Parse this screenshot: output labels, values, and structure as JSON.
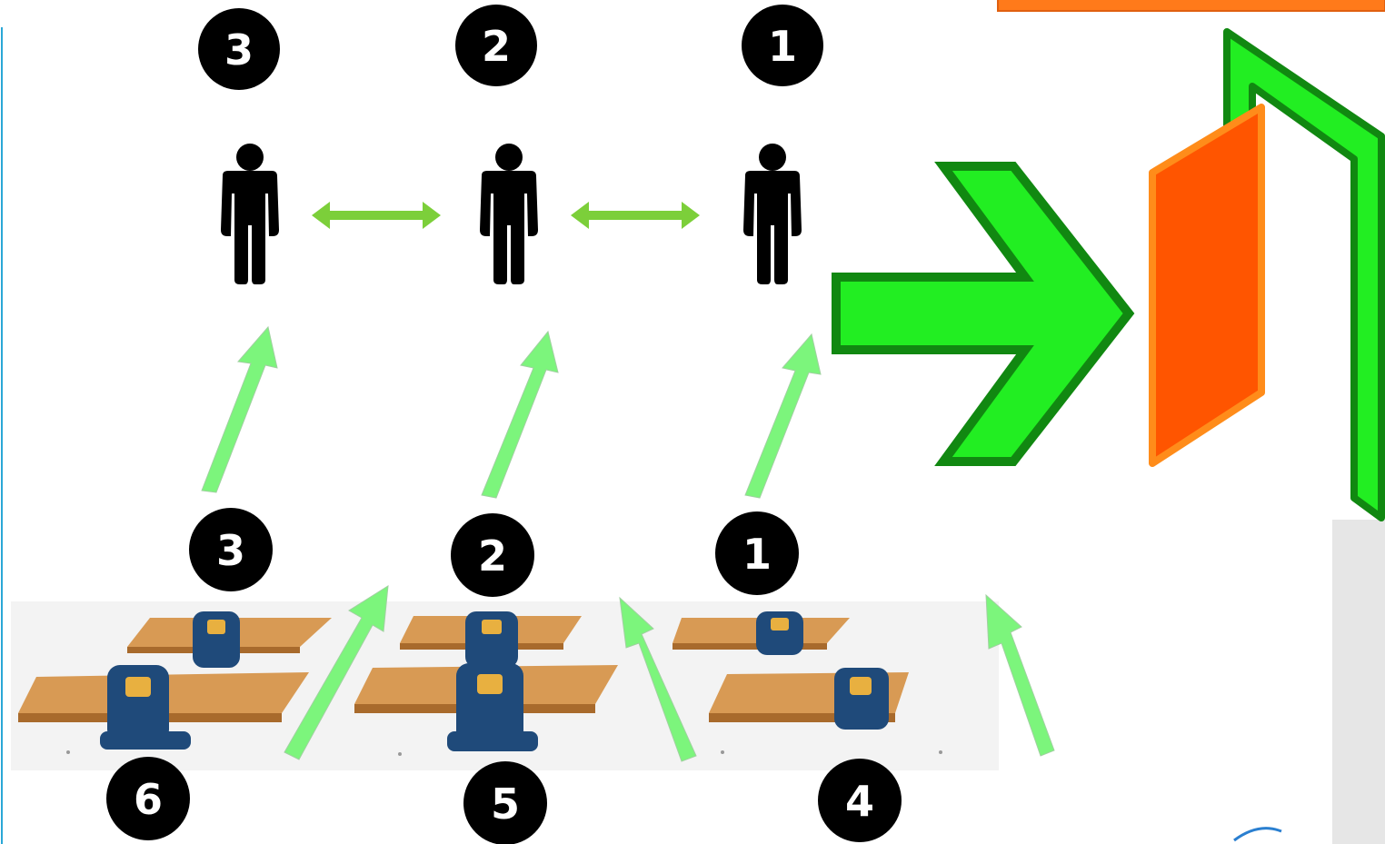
{
  "colors": {
    "badge": "#000000",
    "badge_text": "#ffffff",
    "person": "#000000",
    "arrow_light": "#7cf57c",
    "arrow_dark": "#14a014",
    "exit_green": "#22ee22",
    "exit_green_border": "#118811",
    "door": "#ff5500",
    "door_border": "#ff8c1a",
    "banner": "#ff7a1a",
    "panel": "#e6e6e6",
    "desk": "#d89a54",
    "desk_edge": "#a86a2c",
    "chair": "#1f4a7a",
    "chair_tag": "#e8b040",
    "frame_line": "#2aa7d6"
  },
  "queue_badges": [
    "3",
    "2",
    "1"
  ],
  "seat_badges_top": [
    "3",
    "2",
    "1"
  ],
  "seat_badges_bottom": [
    "6",
    "5",
    "4"
  ],
  "people_icon": "person-icon",
  "exit_icon": "exit-door-icon"
}
